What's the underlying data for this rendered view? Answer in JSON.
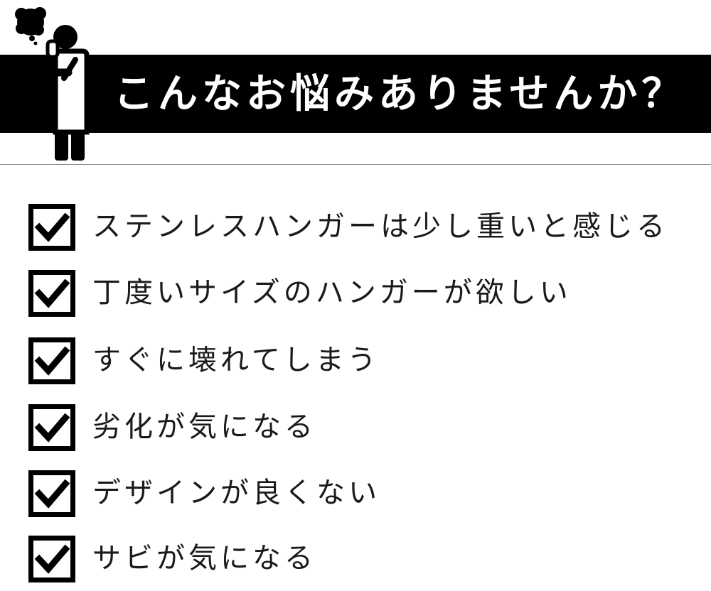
{
  "header": {
    "title": "こんなお悩みありませんか？",
    "figure_icon": "thinking-person-icon",
    "background_color": "#000000",
    "text_color": "#ffffff"
  },
  "checklist": {
    "check_icon": "checked-box-icon",
    "items": [
      {
        "label": "ステンレスハンガーは少し重いと感じる",
        "checked": true
      },
      {
        "label": "丁度いサイズのハンガーが欲しい",
        "checked": true
      },
      {
        "label": "すぐに壊れてしまう",
        "checked": true
      },
      {
        "label": "劣化が気になる",
        "checked": true
      },
      {
        "label": "デザインが良くない",
        "checked": true
      },
      {
        "label": "サビが気になる",
        "checked": true
      }
    ]
  }
}
